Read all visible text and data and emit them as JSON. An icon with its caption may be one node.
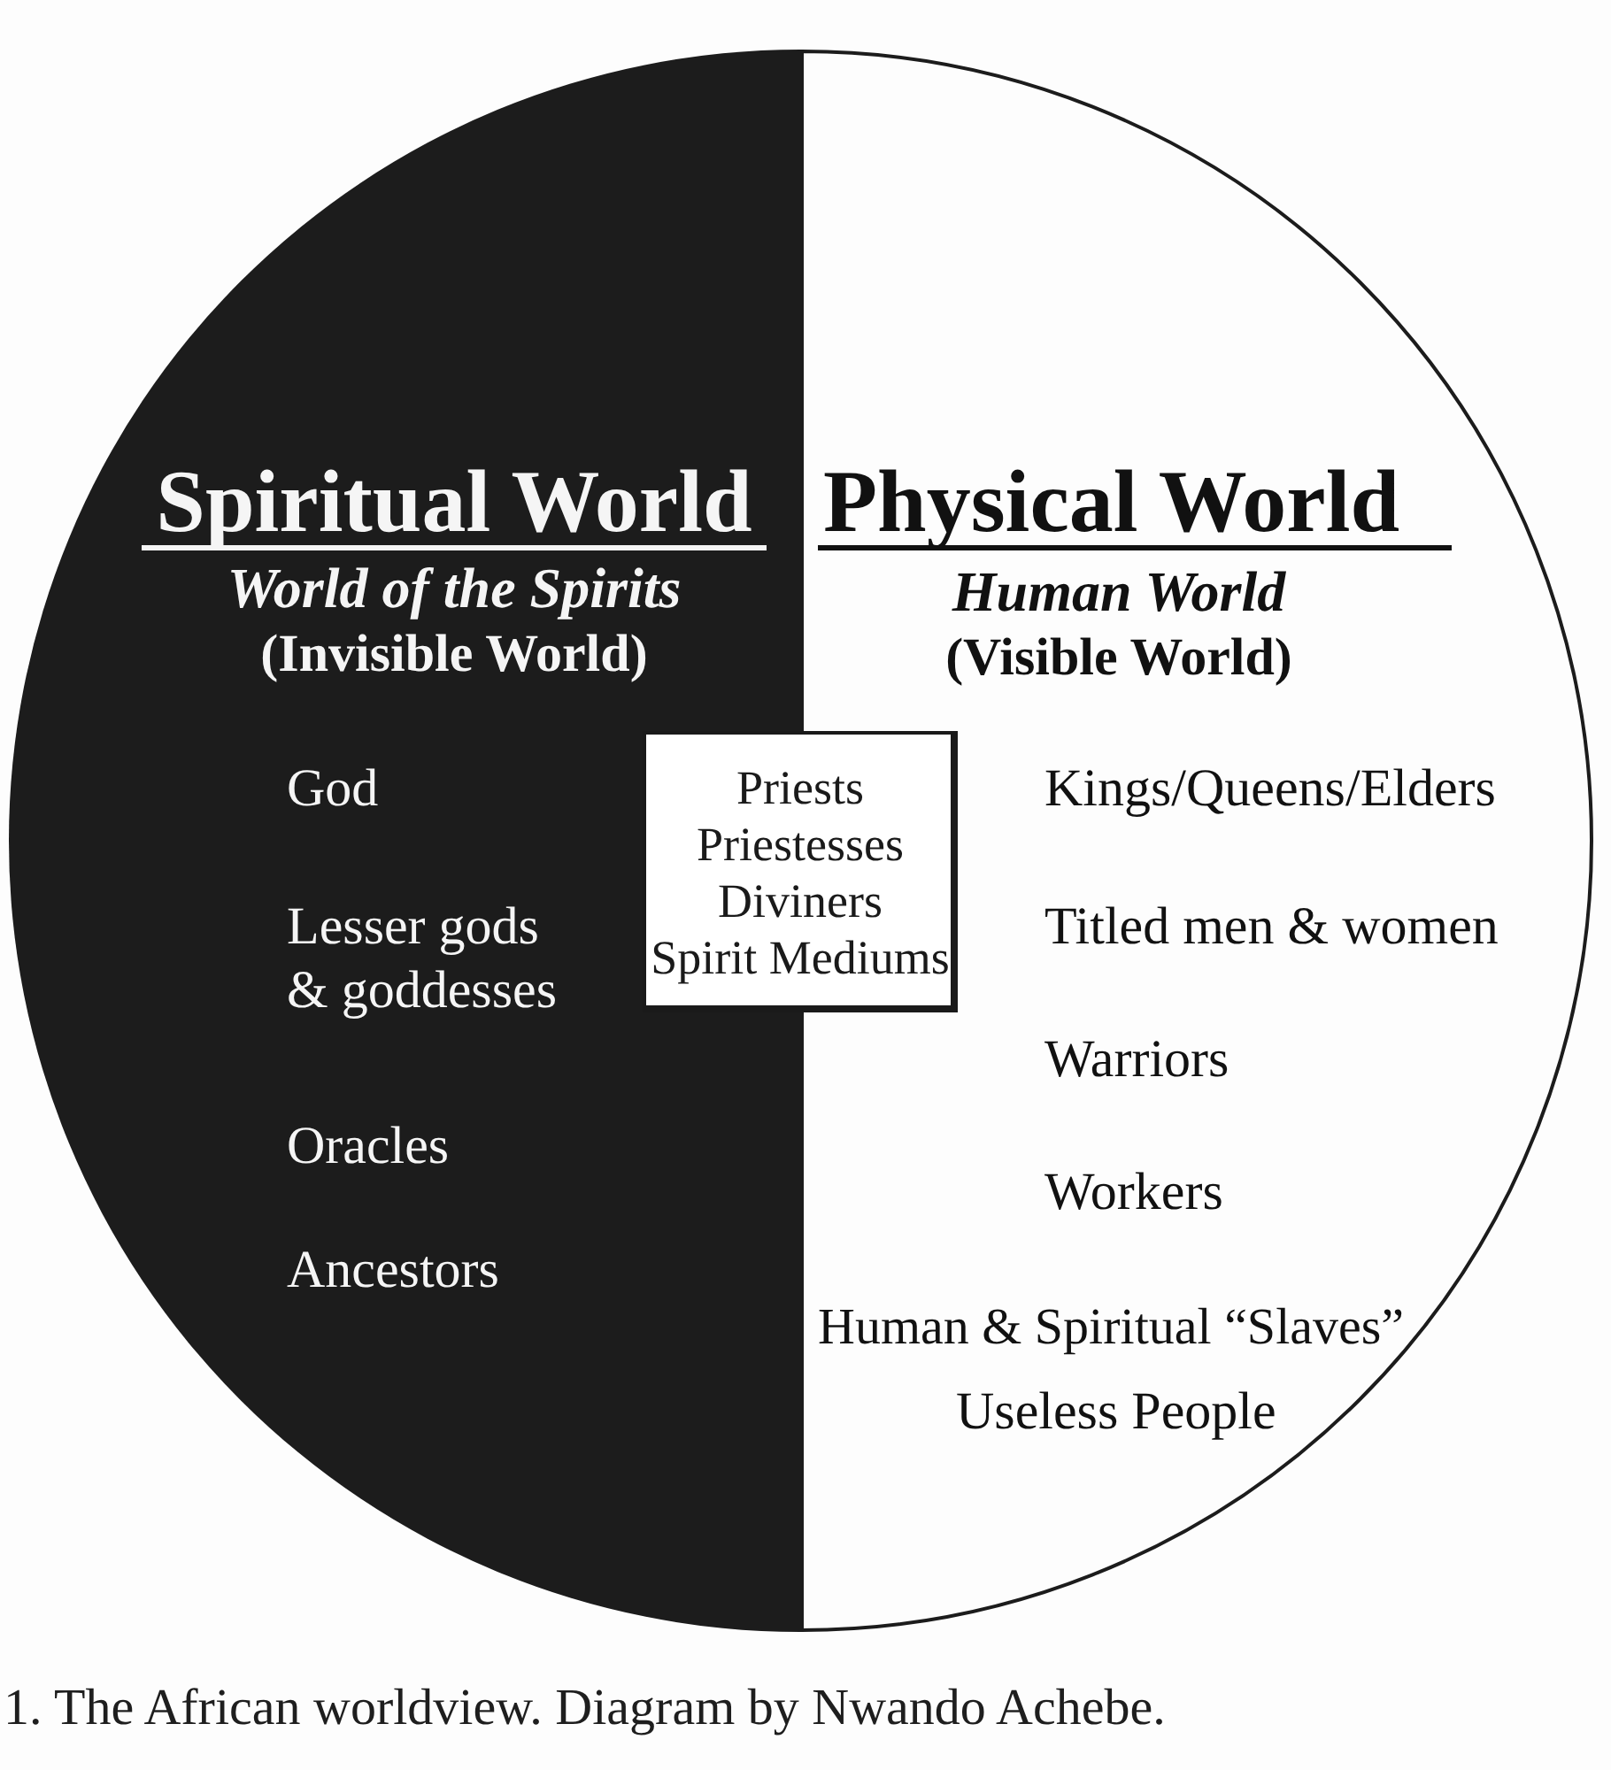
{
  "diagram": {
    "caption": "1. The African worldview. Diagram by Nwando Achebe.",
    "nodes": [
      {
        "text": [
          "Spiritual World",
          "World of the Spirits",
          "(Invisible World)",
          "God",
          "Lesser gods & goddesses",
          "Oracles",
          "Ancestors"
        ]
      },
      {
        "text": [
          "Physical World",
          "Human World",
          "(Visible World)",
          "Kings/Queens/Elders",
          "Titled men & women",
          "Warriors",
          "Workers",
          "Human & Spiritual “Slaves”",
          "Useless People"
        ]
      },
      {
        "text": [
          "Priests",
          "Priestesses",
          "Diviners",
          "Spirit Mediums"
        ]
      }
    ]
  }
}
